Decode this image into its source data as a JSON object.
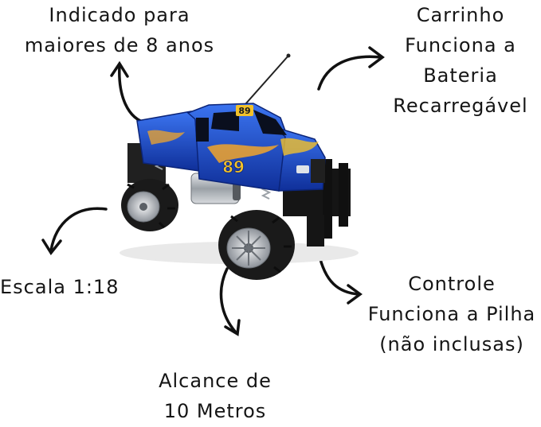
{
  "labels": {
    "age": [
      "Indicado para",
      "maiores de 8 anos"
    ],
    "battery": [
      "Carrinho",
      "Funciona a",
      "Bateria",
      "Recarregável"
    ],
    "scale": [
      "Escala 1:18"
    ],
    "control": [
      "Controle",
      "Funciona a Pilha",
      "(não inclusas)"
    ],
    "range": [
      "Alcance de",
      "10 Metros"
    ]
  },
  "truck": {
    "number": "89",
    "body_color": "#1e4fcf",
    "tire_color": "#1a1a1a",
    "rim_color": "#b8bcc2"
  }
}
